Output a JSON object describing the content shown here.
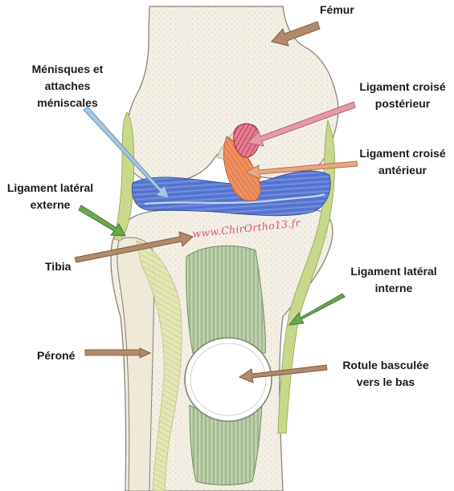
{
  "labels": {
    "femur": "Fémur",
    "menisques": [
      "Ménisques et",
      "attaches",
      "méniscales"
    ],
    "lcp": [
      "Ligament croisé",
      "postérieur"
    ],
    "lca": [
      "Ligament croisé",
      "antérieur"
    ],
    "lle": [
      "Ligament latéral",
      "externe"
    ],
    "tibia": "Tibia",
    "lli": [
      "Ligament latéral",
      "interne"
    ],
    "perone": "Péroné",
    "rotule": [
      "Rotule basculée",
      "vers le bas"
    ]
  },
  "watermark": "www.ChirOrtho13.fr",
  "colors": {
    "bone": "#f3efe4",
    "bone_stroke": "#8a857a",
    "meniscus": "#4f6fd0",
    "pcl": "#e06a88",
    "acl": "#ef9060",
    "lateral_ligament": "#b8cf6e",
    "tendon": "#9db883",
    "arrow_brown": "#b28a6a",
    "arrow_green": "#6aa84f",
    "arrow_blue": "#a7c7e3",
    "arrow_pink": "#e59aa7",
    "arrow_orange": "#eaa785",
    "watermark": "#d94f8a"
  }
}
